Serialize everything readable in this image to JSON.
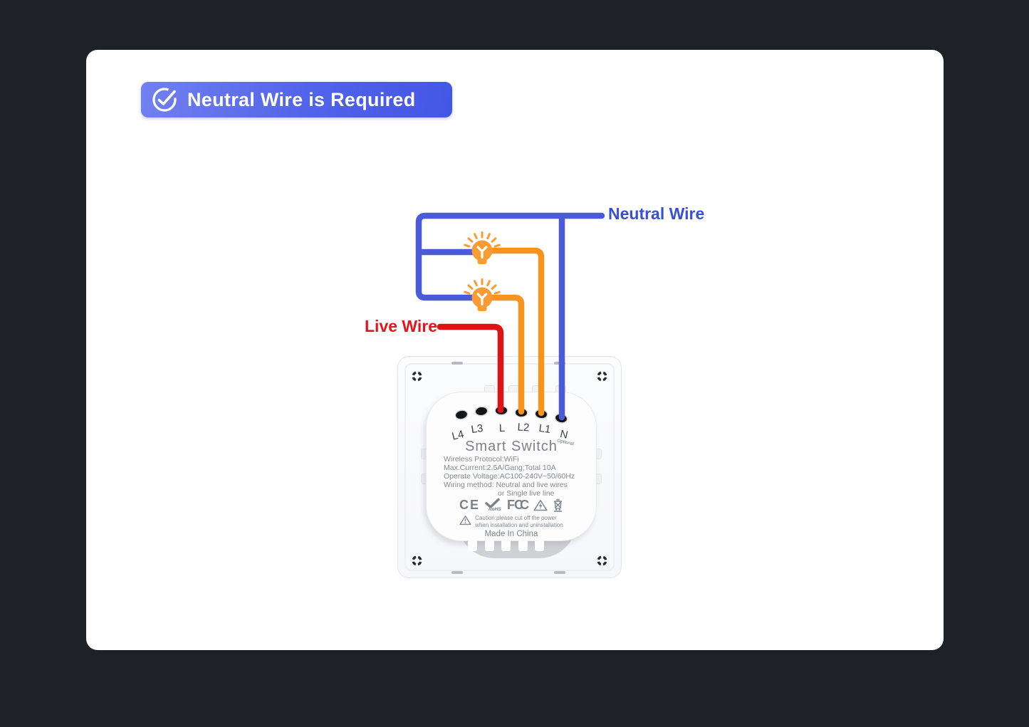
{
  "page": {
    "background": "#1e2127",
    "card_color": "#ffffff"
  },
  "badge": {
    "label": "Neutral Wire is Required",
    "icon": "check-circle-icon",
    "gradient_start": "#7280f0",
    "gradient_end": "#4456e5",
    "text_color": "#ffffff"
  },
  "wiring": {
    "neutral_label": "Neutral Wire",
    "live_label": "Live Wire",
    "colors": {
      "neutral_wire": "#4b5bd8",
      "neutral_label_text": "#3a4ed6",
      "live_wire": "#df1216",
      "live_label_text": "#e5141a",
      "load_wire": "#f7941e",
      "bulb": "#f89c33"
    },
    "bulb_count": 2
  },
  "switch_device": {
    "title": "Smart Switch",
    "terminals": [
      {
        "label": "L4"
      },
      {
        "label": "L3"
      },
      {
        "label": "L"
      },
      {
        "label": "L2"
      },
      {
        "label": "L1"
      },
      {
        "label": "N",
        "sub": "Optional"
      }
    ],
    "specs": [
      "Wireless Protocol:WiFi",
      "Max.Current:2.5A/Gang;Total 10A",
      "Operate Voltage:AC100-240V~50/60Hz",
      "Wiring method: Neutral and live wires",
      "or Single live line"
    ],
    "certs": {
      "ce": "CE",
      "rohs": "RoHS",
      "fcc_f": "FC",
      "fcc_c": "C"
    },
    "caution_line1": "Caution:please cut off the power",
    "caution_line2": "when installation and uninstallation",
    "origin": "Made In China"
  }
}
